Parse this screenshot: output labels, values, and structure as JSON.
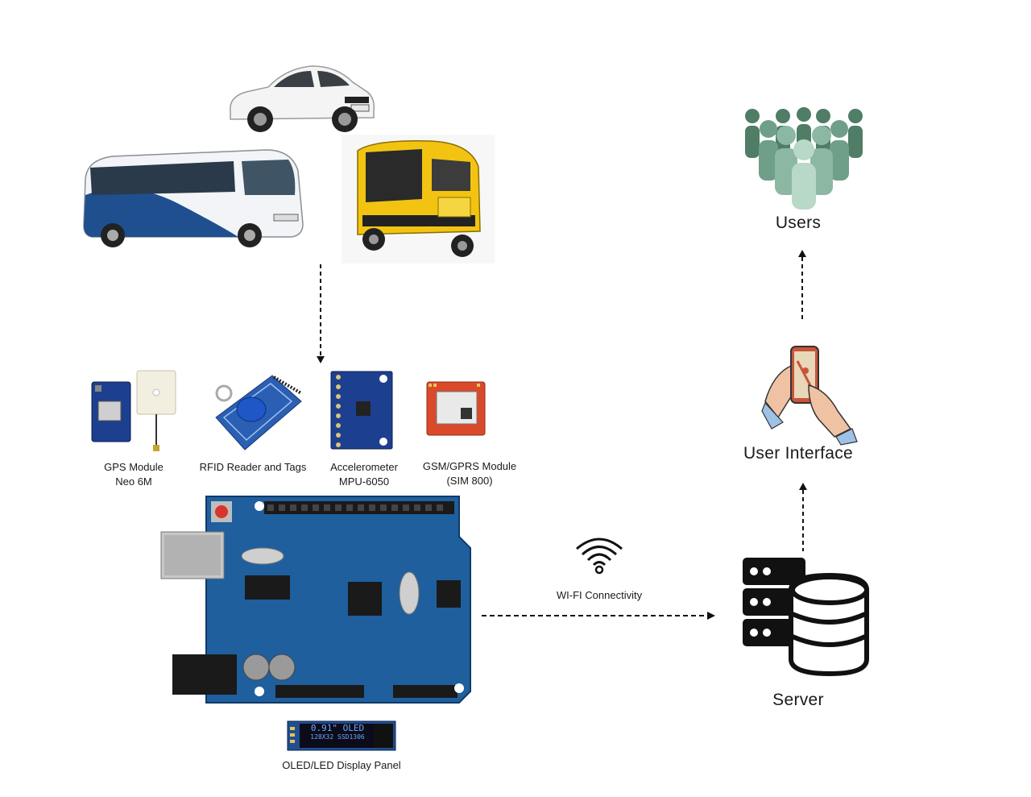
{
  "vehicles": {
    "car_label": "",
    "bus_label": "",
    "auto_label": ""
  },
  "modules": {
    "gps": {
      "line1": "GPS Module",
      "line2": "Neo 6M"
    },
    "rfid": {
      "line1": "RFID Reader and Tags"
    },
    "accel": {
      "line1": "Accelerometer",
      "line2": "MPU-6050"
    },
    "gsm": {
      "line1": "GSM/GPRS Module",
      "line2": "(SIM 800)"
    }
  },
  "oled": {
    "label": "OLED/LED Display Panel",
    "screen_line1": "0.91\" OLED",
    "screen_line2": "128X32 SSD1306"
  },
  "wifi": {
    "label": "WI-FI Connectivity"
  },
  "server": {
    "label": "Server"
  },
  "user_interface": {
    "label": "User Interface"
  },
  "users": {
    "label": "Users"
  },
  "colors": {
    "board_blue": "#1f5f9e",
    "arrow": "#111111",
    "users_dark": "#4f7d66",
    "users_mid": "#7aa893",
    "users_light": "#b8d8c8",
    "auto_yellow": "#f2c411",
    "module_red": "#d94a2b"
  }
}
